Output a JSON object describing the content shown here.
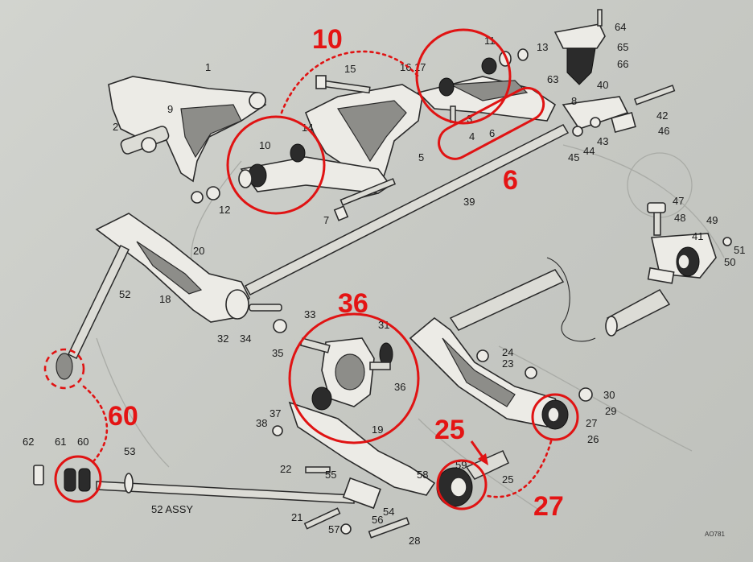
{
  "callouts": [
    "10",
    "6",
    "36",
    "60",
    "25",
    "27"
  ],
  "reference_code": "AO781",
  "part_numbers": [
    "1",
    "2",
    "3",
    "4",
    "5",
    "6",
    "7",
    "8",
    "9",
    "10",
    "11",
    "12",
    "13",
    "14",
    "15",
    "16",
    "17",
    "18",
    "19",
    "20",
    "21",
    "22",
    "23",
    "24",
    "25",
    "26",
    "27",
    "28",
    "29",
    "30",
    "31",
    "32",
    "33",
    "34",
    "35",
    "36",
    "37",
    "38",
    "39",
    "40",
    "41",
    "42",
    "43",
    "44",
    "45",
    "46",
    "47",
    "48",
    "49",
    "50",
    "51",
    "52",
    "53",
    "54",
    "55",
    "56",
    "57",
    "58",
    "59",
    "60",
    "61",
    "62",
    "63",
    "64",
    "65",
    "66"
  ],
  "assembly_label": "52 ASSY",
  "colors": {
    "highlight": "#e01313",
    "line": "#2a2a2a",
    "paper": "#c9cbc6"
  }
}
